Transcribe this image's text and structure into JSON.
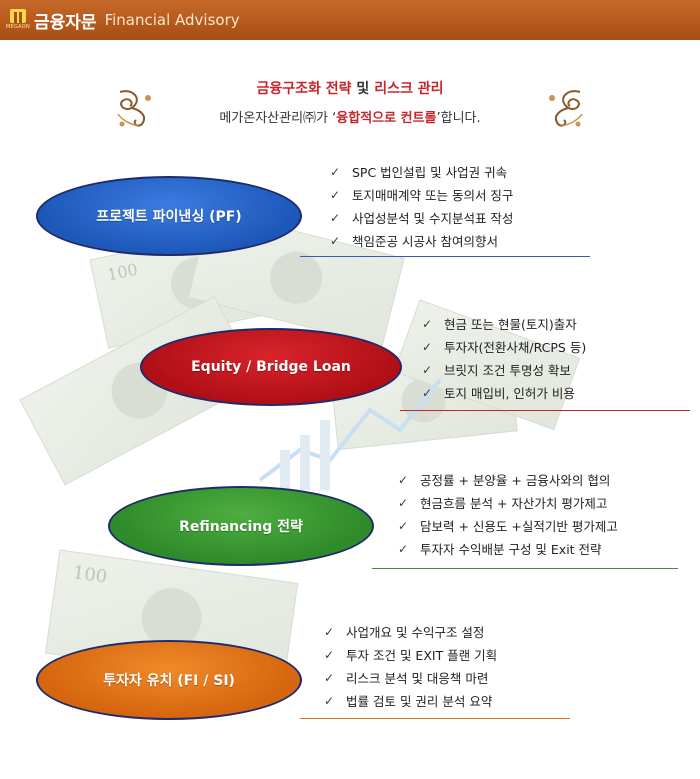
{
  "header": {
    "logo_text": "MEGAON",
    "title_ko": "금융자문",
    "title_en": "Financial Advisory"
  },
  "intro": {
    "line1_red1": "금융구조화 전략",
    "line1_mid": " 및 ",
    "line1_red2": "리스크 관리",
    "line2_prefix": "메가온자산관리㈜가 ‘",
    "line2_red": "융합적으로 컨트롤",
    "line2_suffix": "’합니다."
  },
  "sections": [
    {
      "title": "프로젝트 파이낸싱 (PF)",
      "items": [
        "SPC 법인설립 및 사업권 귀속",
        "토지매매계약 또는 동의서 징구",
        "사업성분석 및 수지분석표 작성",
        "책임준공 시공사 참여의향서"
      ]
    },
    {
      "title": "Equity / Bridge Loan",
      "items": [
        "현금 또는 현물(토지)출자",
        "투자자(전환사채/RCPS 등)",
        "브릿지 조건 투명성 확보",
        "토지 매입비, 인허가 비용"
      ]
    },
    {
      "title": "Refinancing 전략",
      "items": [
        "공정률 + 분양율 + 금융사와의 협의",
        "현금흐름 분석 + 자산가치 평가제고",
        "담보력 + 신용도 +실적기반 평가제고",
        "투자자 수익배분 구성 및 Exit 전략"
      ]
    },
    {
      "title": "투자자 유치 (FI / SI)",
      "items": [
        "사업개요 및 수익구조 설정",
        "투자 조건 및 EXIT 플랜 기획",
        "리스크 분석 및 대응책  마련",
        "법률 검토 및 권리 분석 요약"
      ]
    }
  ],
  "icons": {
    "check": "checkmark-icon",
    "ornament": "flourish-ornament-icon"
  },
  "colors": {
    "header": "#b3561a",
    "accent_red": "#c8252b",
    "pf_blue": "#2463c7",
    "equity_red": "#c0141c",
    "refi_green": "#3e9b35",
    "investor_orange": "#e57a1d"
  }
}
